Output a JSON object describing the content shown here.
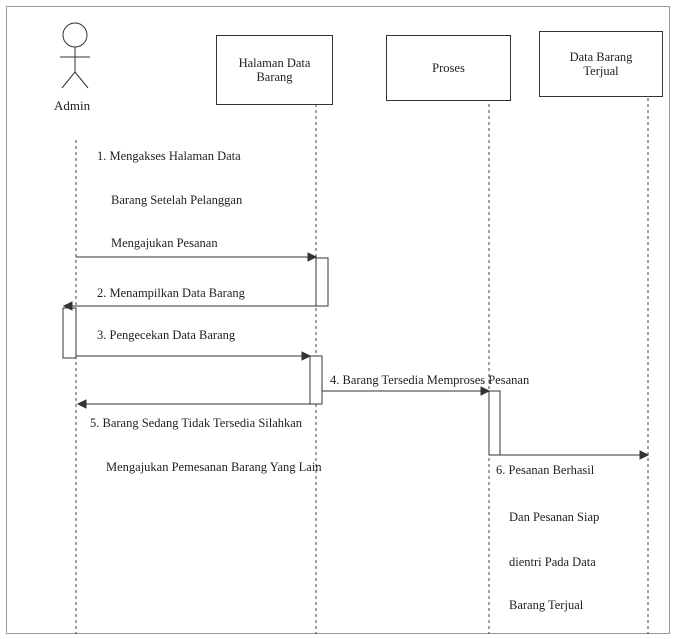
{
  "actor": {
    "label": "Admin"
  },
  "lifelines": {
    "halaman": "Halaman Data Barang",
    "proses": "Proses",
    "terjual": "Data Barang Terjual"
  },
  "messages": {
    "m1": [
      "1. Mengakses Halaman Data",
      "Barang Setelah Pelanggan",
      "Mengajukan Pesanan"
    ],
    "m2": "2. Menampilkan Data Barang",
    "m3": "3. Pengecekan Data Barang",
    "m4": "4. Barang Tersedia Memproses Pesanan",
    "m5": [
      "5. Barang Sedang Tidak Tersedia Silahkan",
      "Mengajukan Pemesanan Barang Yang Lain"
    ],
    "m6": [
      "6. Pesanan Berhasil",
      "Dan Pesanan Siap",
      "dientri Pada Data",
      "Barang Terjual"
    ]
  }
}
